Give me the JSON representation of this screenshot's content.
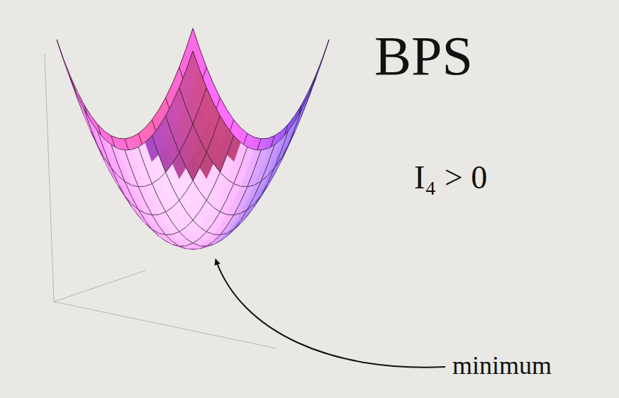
{
  "diagram": {
    "labels": [
      "BPS",
      "I₄ > 0",
      "minimum"
    ]
  }
}
